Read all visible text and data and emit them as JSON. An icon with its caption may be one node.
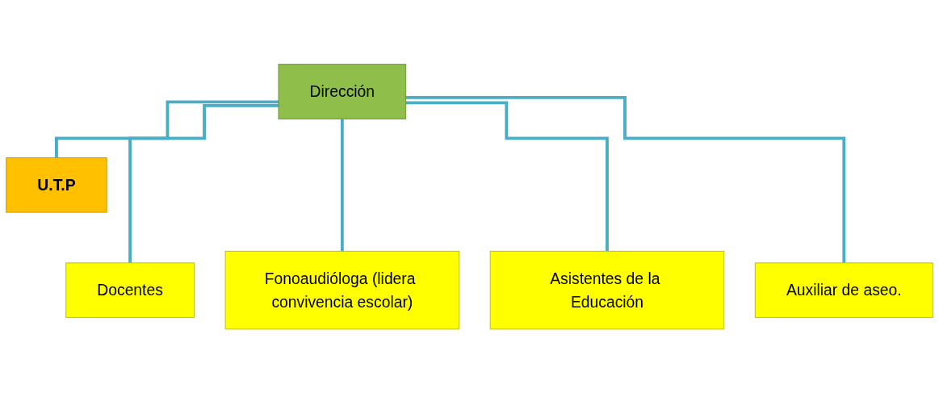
{
  "diagram": {
    "nodes": [
      {
        "text": [
          "Dirección"
        ]
      },
      {
        "text": [
          "U.T.P"
        ]
      },
      {
        "text": [
          "Docentes"
        ]
      },
      {
        "text": [
          "Fonoaudióloga (lidera convivencia escolar)"
        ]
      },
      {
        "text": [
          "Asistentes de la Educación"
        ]
      },
      {
        "text": [
          "Auxiliar de aseo."
        ]
      }
    ],
    "edges": [
      {
        "from": 0,
        "to": 1,
        "arrow": "none"
      },
      {
        "from": 0,
        "to": 2,
        "arrow": "none"
      },
      {
        "from": 0,
        "to": 3,
        "arrow": "none"
      },
      {
        "from": 0,
        "to": 4,
        "arrow": "none"
      },
      {
        "from": 0,
        "to": 5,
        "arrow": "none"
      }
    ]
  }
}
